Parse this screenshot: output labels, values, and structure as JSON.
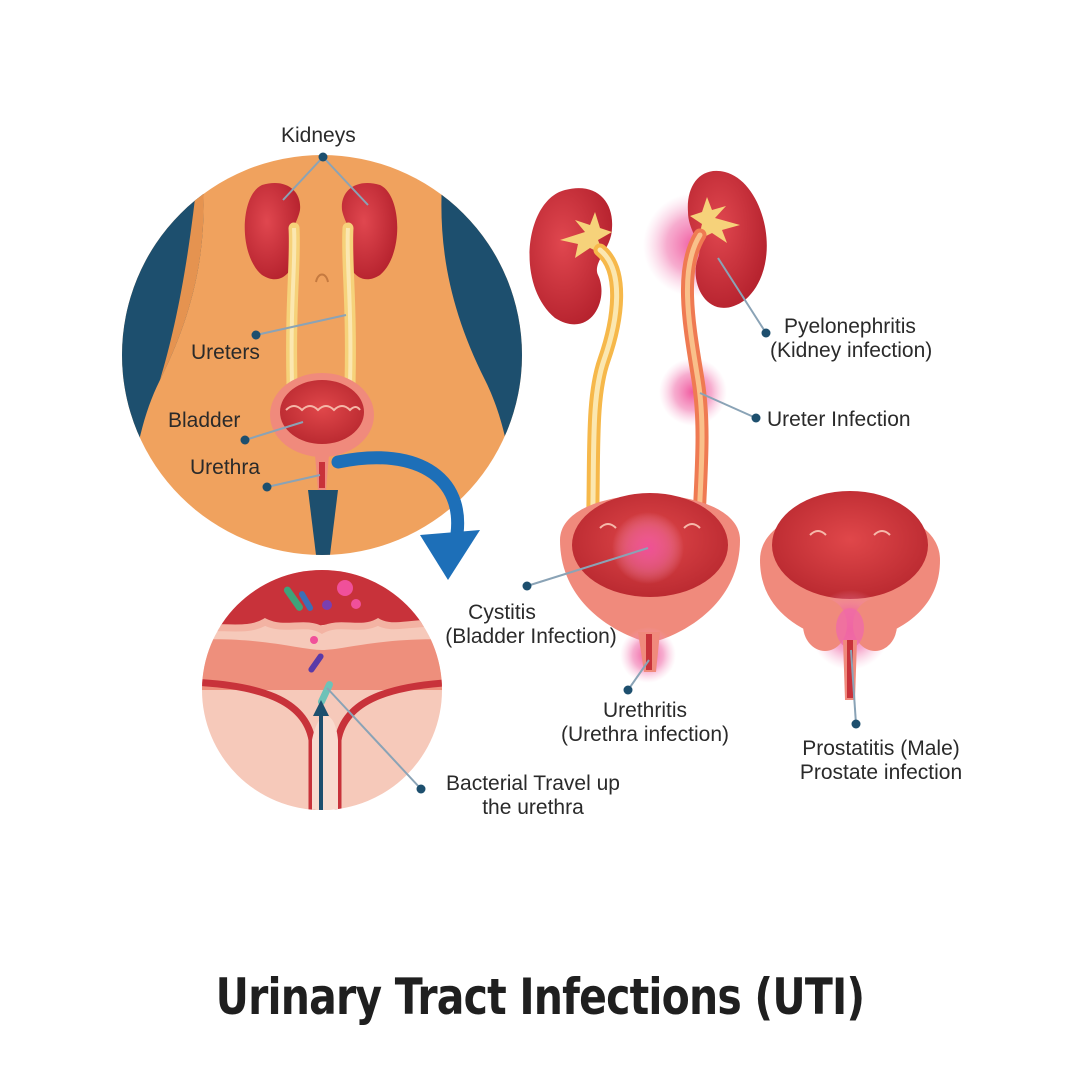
{
  "title": "Urinary Tract Infections (UTI)",
  "labels": {
    "kidneys": "Kidneys",
    "ureters": "Ureters",
    "bladder": "Bladder",
    "urethra": "Urethra",
    "pyelonephritis": "Pyelonephritis",
    "pyelonephritis_sub": "(Kidney infection)",
    "ureter_infection": "Ureter Infection",
    "cystitis": "Cystitis",
    "cystitis_sub": "(Bladder Infection)",
    "urethritis": "Urethritis",
    "urethritis_sub": "(Urethra infection)",
    "prostatitis": "Prostatitis (Male)",
    "prostatitis_sub": "Prostate infection",
    "bacterial": "Bacterial Travel up",
    "bacterial_sub": "the urethra"
  },
  "colors": {
    "skin": "#f0a25e",
    "navy": "#1d4f6e",
    "kidney": "#c8303a",
    "tube": "#f6d27a",
    "bladder_outer": "#f08a7c",
    "bladder_inner": "#c8323a",
    "infection": "#f0509a",
    "arrow": "#1d6fb8",
    "title": "#1f1f1f"
  }
}
